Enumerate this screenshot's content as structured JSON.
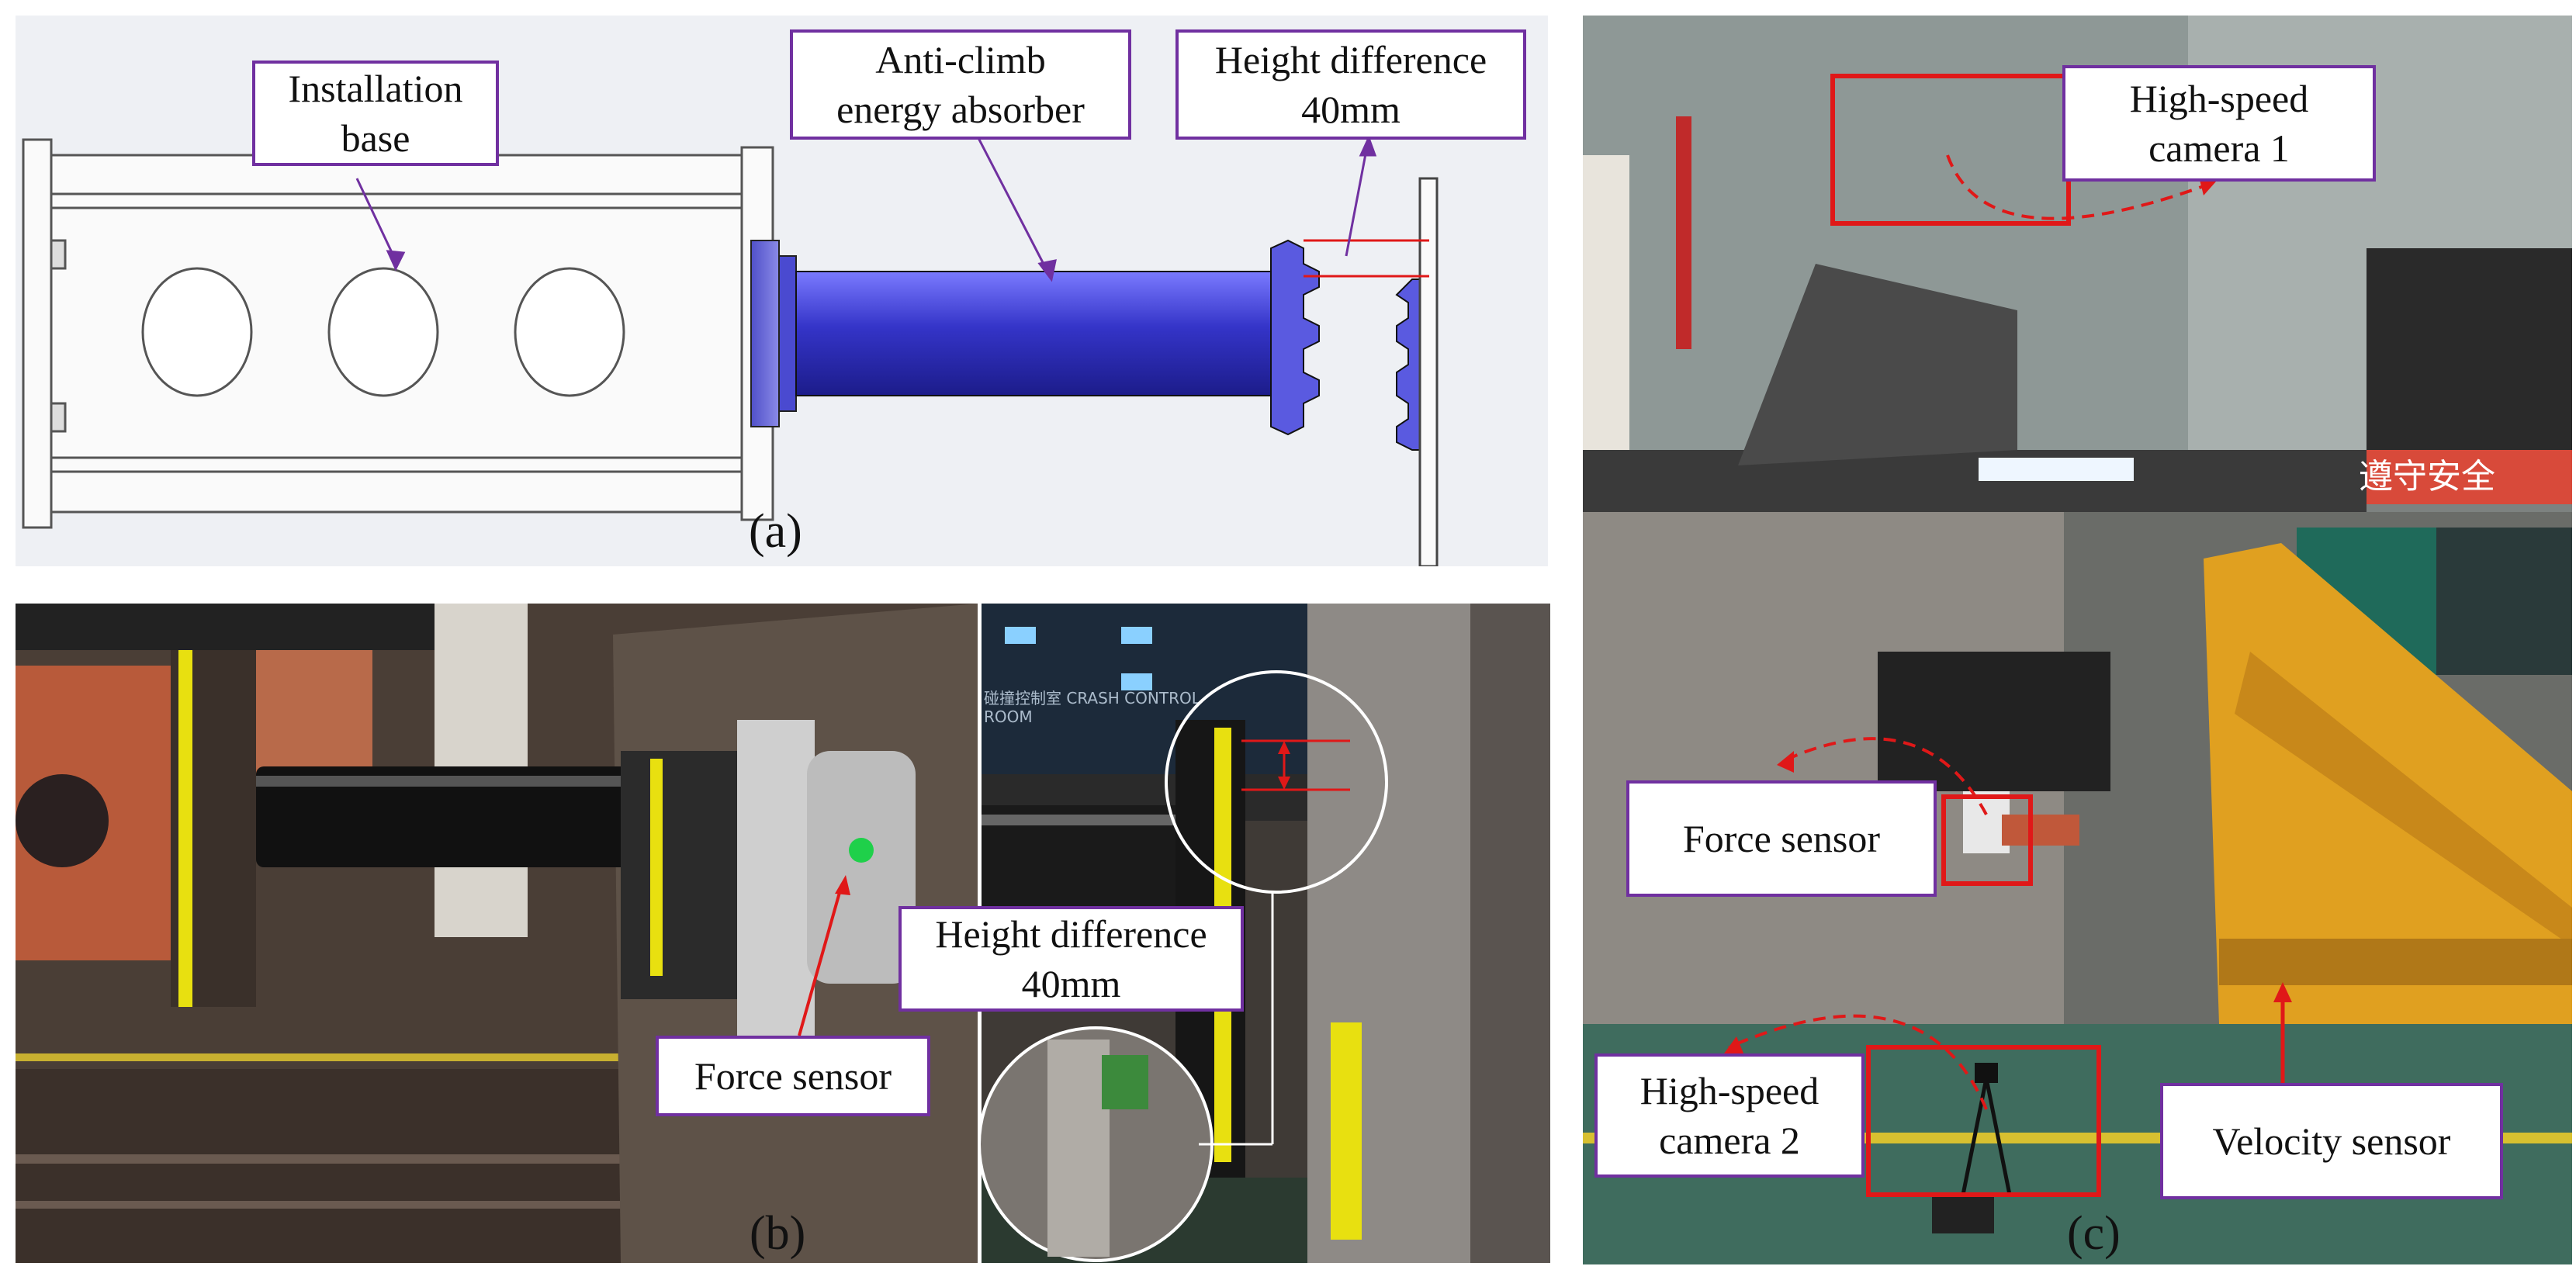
{
  "panels": {
    "a": {
      "label": "(a)",
      "callouts": {
        "installation_base": "Installation\nbase",
        "anti_climb": "Anti-climb\nenergy absorber",
        "height_difference": "Height difference\n40mm"
      }
    },
    "b": {
      "label": "(b)",
      "callouts": {
        "height_difference": "Height difference\n40mm",
        "force_sensor": "Force sensor"
      },
      "wall_sign": "碰撞控制室 CRASH CONTROL ROOM"
    },
    "c": {
      "label": "(c)",
      "callouts": {
        "high_speed_camera_1": "High-speed\ncamera 1",
        "force_sensor": "Force sensor",
        "high_speed_camera_2": "High-speed\ncamera 2",
        "velocity_sensor": "Velocity sensor"
      },
      "banner_text": "遵守安全"
    }
  },
  "colors": {
    "callout_border": "#7030a0",
    "arrow_purple": "#7030a0",
    "marker_red": "#e01818",
    "absorber_blue": "#3a3acc",
    "rig_yellow": "#e0a020"
  }
}
